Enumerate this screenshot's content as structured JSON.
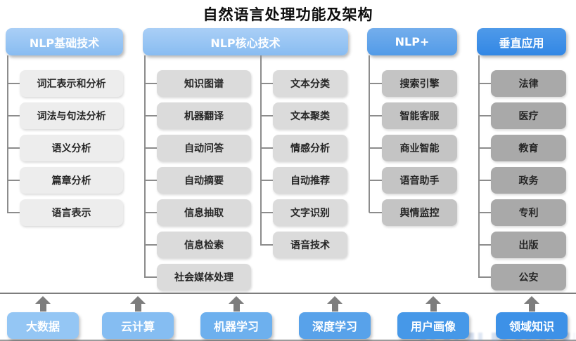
{
  "title": "自然语言处理功能及架构",
  "columns": [
    {
      "header": "NLP基础技术",
      "items": [
        "词汇表示和分析",
        "词法与句法分析",
        "语义分析",
        "篇章分析",
        "语言表示"
      ]
    },
    {
      "header": "NLP核心技术",
      "items_left": [
        "知识图谱",
        "机器翻译",
        "自动问答",
        "自动摘要",
        "信息抽取",
        "信息检索",
        "社会媒体处理"
      ],
      "items_right": [
        "文本分类",
        "文本聚类",
        "情感分析",
        "自动推荐",
        "文字识别",
        "语音技术"
      ]
    },
    {
      "header": "NLP+",
      "items": [
        "搜索引擎",
        "智能客服",
        "商业智能",
        "语音助手",
        "舆情监控"
      ]
    },
    {
      "header": "垂直应用",
      "items": [
        "法律",
        "医疗",
        "教育",
        "政务",
        "专利",
        "出版",
        "公安"
      ]
    }
  ],
  "foundation": {
    "items": [
      "大数据",
      "云计算",
      "机器学习",
      "深度学习",
      "用户画像",
      "领域知识"
    ],
    "colors": [
      "#94c6f4",
      "#85bdf2",
      "#6db0ee",
      "#58a2ea",
      "#4698e8",
      "#3d91e7"
    ]
  },
  "icons": {
    "up_arrow": "up-arrow"
  },
  "colors": {
    "header_light_blue": "#93c2f3",
    "header_medium_blue": "#5ea2e9",
    "header_dark_blue": "#3e90e7",
    "item_gray_level1": "#ededed",
    "item_gray_level2": "#dbdbdb",
    "item_gray_level3": "#c4c4c4",
    "item_gray_level4": "#a9a9a9",
    "connector_gray": "#8c8c8c",
    "separator_gray": "#7d7d7d",
    "text_dark": "#262626"
  }
}
